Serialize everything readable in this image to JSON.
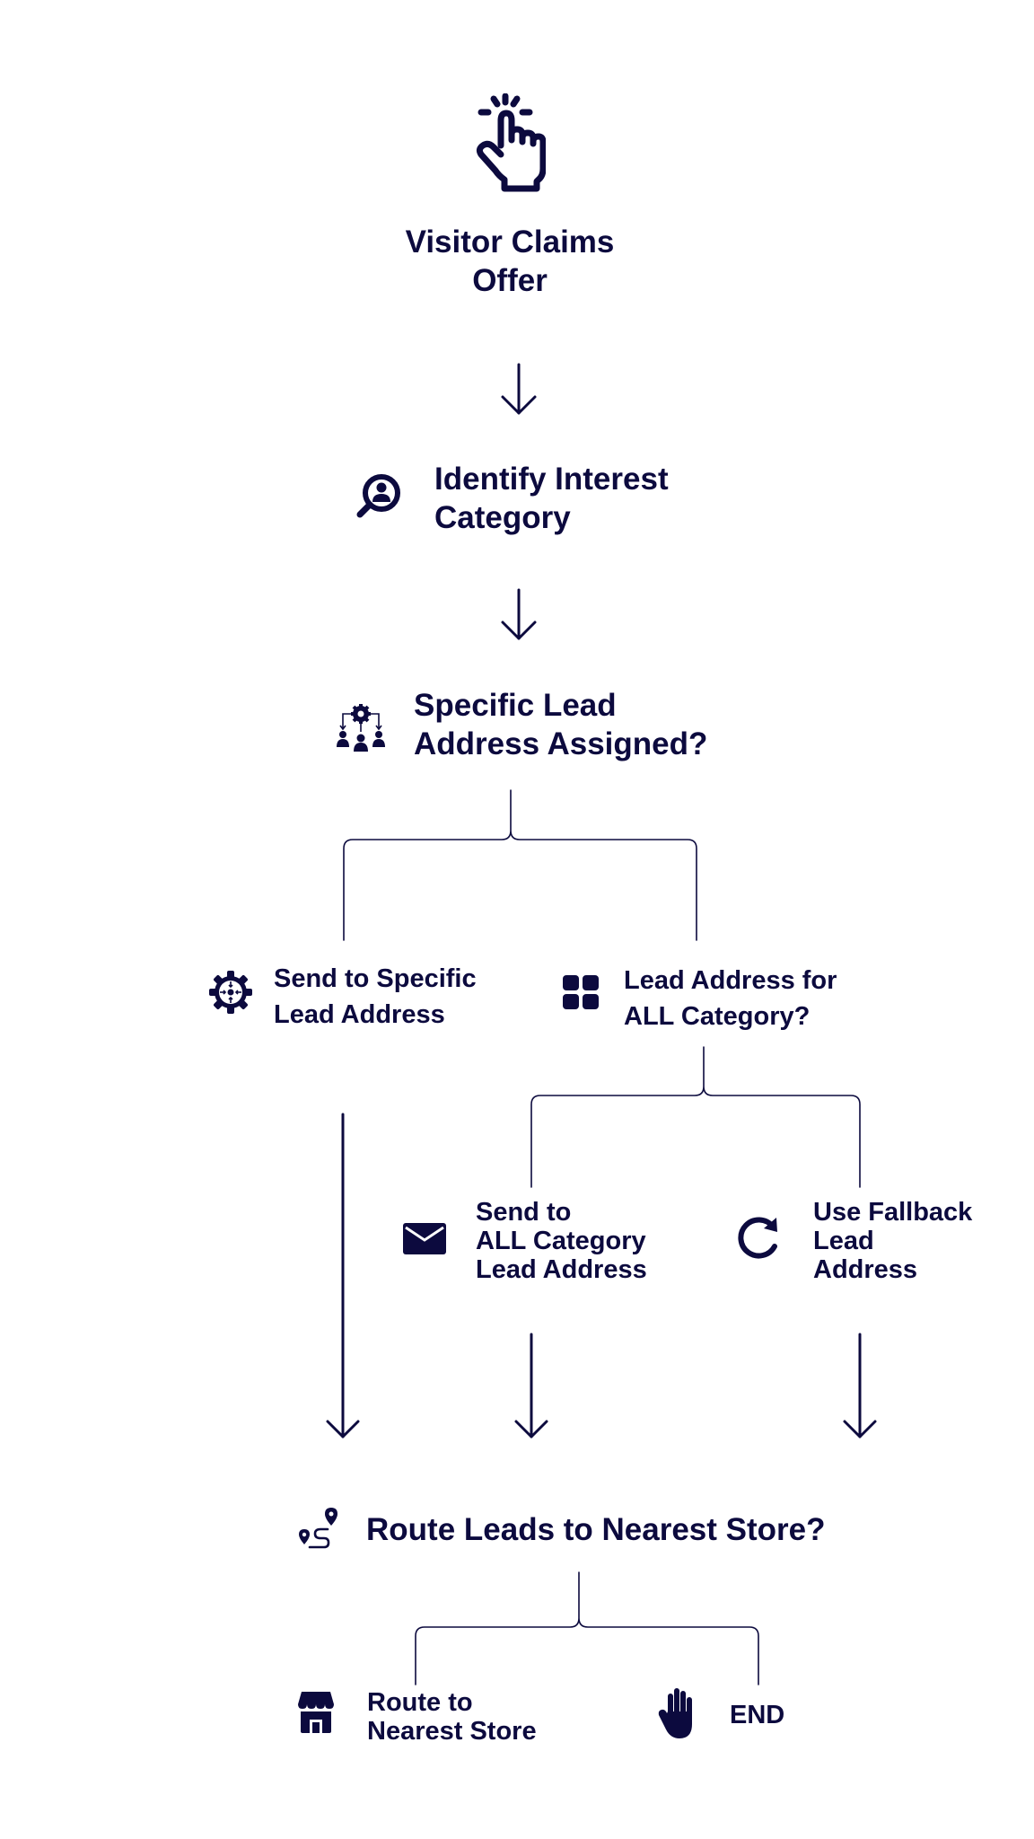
{
  "colors": {
    "ink": "#0c0a3e",
    "background": "#ffffff"
  },
  "nodes": {
    "start": {
      "icon": "pointing-hand-click-icon",
      "lines": [
        "Visitor Claims",
        "Offer"
      ]
    },
    "identify": {
      "icon": "search-person-icon",
      "lines": [
        "Identify Interest",
        "Category"
      ]
    },
    "specific_decision": {
      "icon": "team-gear-distribution-icon",
      "lines": [
        "Specific Lead",
        "Address Assigned?"
      ]
    },
    "send_specific": {
      "icon": "gear-target-icon",
      "lines": [
        "Send to Specific",
        "Lead Address"
      ]
    },
    "all_category_decision": {
      "icon": "grid-icon",
      "lines": [
        "Lead Address for",
        "ALL Category?"
      ]
    },
    "send_all": {
      "icon": "envelope-icon",
      "lines": [
        "Send to",
        "ALL Category",
        "Lead Address"
      ]
    },
    "fallback": {
      "icon": "refresh-icon",
      "lines": [
        "Use Fallback",
        "Lead",
        "Address"
      ]
    },
    "route_decision": {
      "icon": "route-map-pin-icon",
      "lines": [
        "Route Leads to Nearest Store?"
      ]
    },
    "route_store": {
      "icon": "storefront-icon",
      "lines": [
        "Route to",
        "Nearest Store"
      ]
    },
    "end": {
      "icon": "stop-hand-icon",
      "lines": [
        "END"
      ]
    }
  }
}
